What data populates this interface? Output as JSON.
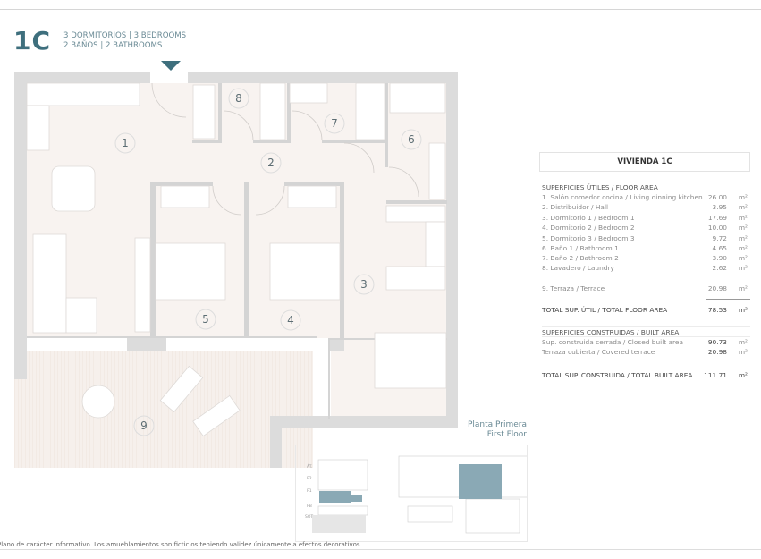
{
  "header": {
    "unit_code": "1C",
    "line1": "3 DORMITORIOS | 3 BEDROOMS",
    "line2": "2 BAÑOS | 2 BATHROOMS"
  },
  "plan": {
    "entry_icon": "entry-arrow-icon",
    "rooms": [
      "1",
      "2",
      "3",
      "4",
      "5",
      "6",
      "7",
      "8",
      "9"
    ]
  },
  "table": {
    "title": "VIVIENDA 1C",
    "floor_header": "SUPERFICIES ÚTILES / FLOOR AREA",
    "unit": "m²",
    "rooms": [
      {
        "label": "1. Salón comedor cocina / Living dinning kitchen",
        "value": "26.00"
      },
      {
        "label": "2. Distribuidor / Hall",
        "value": "3.95"
      },
      {
        "label": "3. Dormitorio 1 / Bedroom 1",
        "value": "17.69"
      },
      {
        "label": "4. Dormitorio 2 / Bedroom 2",
        "value": "10.00"
      },
      {
        "label": "5. Dormitorio 3 / Bedroom 3",
        "value": "9.72"
      },
      {
        "label": "6. Baño 1 / Bathroom 1",
        "value": "4.65"
      },
      {
        "label": "7. Baño 2 / Bathroom 2",
        "value": "3.90"
      },
      {
        "label": "8. Lavadero / Laundry",
        "value": "2.62"
      }
    ],
    "terrace": {
      "label": "9. Terraza / Terrace",
      "value": "20.98"
    },
    "total_floor": {
      "label": "TOTAL SUP. ÚTIL / TOTAL FLOOR AREA",
      "value": "78.53"
    },
    "built_header": "SUPERFICIES CONSTRUIDAS / BUILT AREA",
    "built": [
      {
        "label": "Sup. construida cerrada / Closed built area",
        "value": "90.73"
      },
      {
        "label": "Terraza cubierta / Covered terrace",
        "value": "20.98"
      }
    ],
    "total_built": {
      "label": "TOTAL SUP. CONSTRUIDA /  TOTAL BUILT AREA",
      "value": "111.71"
    }
  },
  "key_plan": {
    "caption_es": "Planta Primera",
    "caption_en": "First Floor",
    "levels": [
      "ÁT.",
      "P2",
      "P1",
      "PB",
      "SÓT."
    ],
    "highlight_color": "#8aa9b5"
  },
  "footer": "Plano de carácter informativo. Los amueblamientos son ficticios teniendo validez únicamente a efectos decorativos."
}
